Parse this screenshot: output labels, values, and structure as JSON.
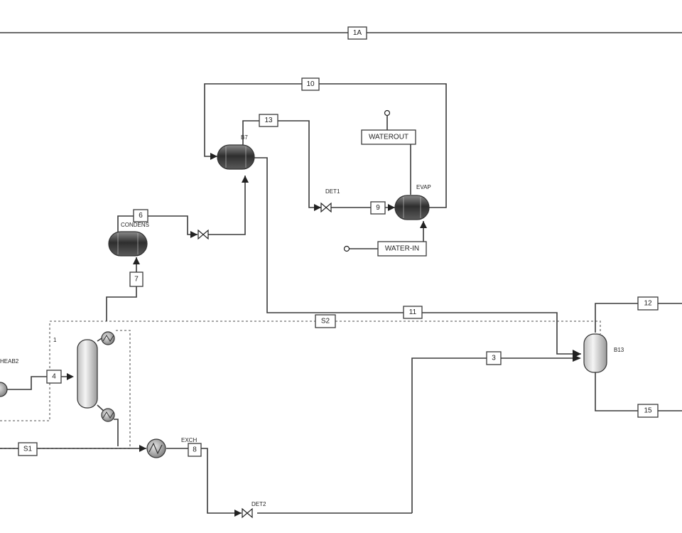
{
  "streams": {
    "s1a": "1A",
    "s10": "10",
    "s13": "13",
    "s6": "6",
    "s7": "7",
    "s9": "9",
    "s11": "11",
    "s12": "12",
    "s3": "3",
    "s4": "4",
    "s8": "8",
    "s15": "15",
    "sS1": "S1",
    "sS2": "S2",
    "waterout": "WATEROUT",
    "waterin": "WATER-IN"
  },
  "blocks": {
    "b7": "B7",
    "det1": "DET1",
    "evap": "EVAP",
    "condens": "CONDENS",
    "det2": "DET2",
    "exch": "EXCH",
    "b13": "B13",
    "heab2": "HEAB2",
    "h1": "1"
  },
  "colors": {
    "line": "#3a3a3a",
    "hierarchy_border": "#8a8a8a",
    "vessel_dark": "#3c3c3c",
    "vessel_light": "#e6e6e6"
  }
}
